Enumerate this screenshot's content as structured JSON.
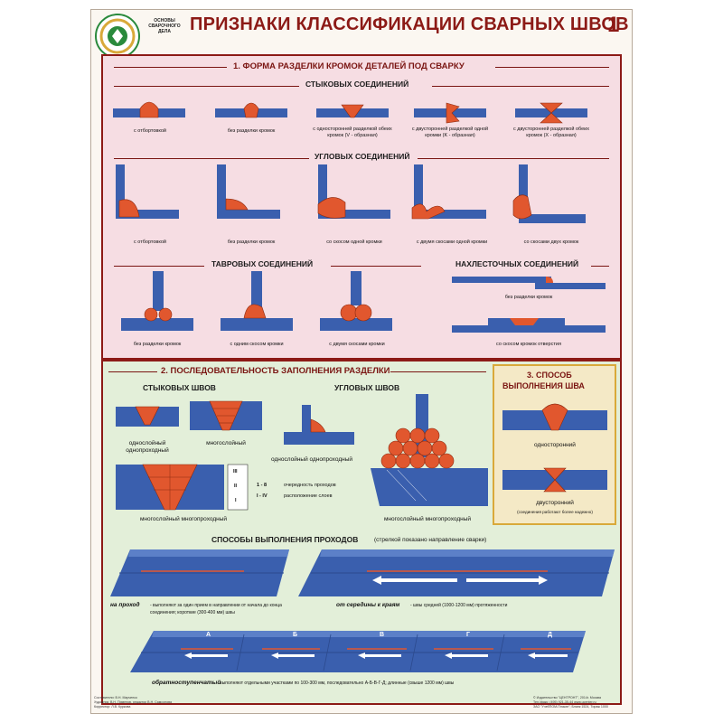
{
  "header": {
    "logo_text": "ОСНОВЫ СВАРОЧНОГО ДЕЛА",
    "title": "ПРИЗНАКИ КЛАССИФИКАЦИИ СВАРНЫХ ШВОВ",
    "number": "1"
  },
  "section1": {
    "title": "1. ФОРМА РАЗДЕЛКИ КРОМОК ДЕТАЛЕЙ ПОД СВАРКУ",
    "butt": {
      "title": "СТЫКОВЫХ СОЕДИНЕНИЙ",
      "items": [
        "с отбортовкой",
        "без разделки кромок",
        "с односторонней разделкой обеих кромок (V - образная)",
        "с двусторонней разделкой одной кромки (K - образная)",
        "с двусторонней разделкой обеих кромок (X - образная)"
      ]
    },
    "corner": {
      "title": "УГЛОВЫХ СОЕДИНЕНИЙ",
      "items": [
        "с отбортовкой",
        "без разделки кромок",
        "со скосом одной кромки",
        "с двумя скосами одной кромки",
        "со скосами двух кромок"
      ]
    },
    "tee": {
      "title": "ТАВРОВЫХ СОЕДИНЕНИЙ",
      "items": [
        "без разделки кромок",
        "с одним скосом кромки",
        "с двумя скосами кромки"
      ]
    },
    "lap": {
      "title": "НАХЛЕСТОЧНЫХ СОЕДИНЕНИЙ",
      "items": [
        "без разделки кромок",
        "со скосом кромок отверстия"
      ]
    }
  },
  "section2": {
    "title": "2. ПОСЛЕДОВАТЕЛЬНОСТЬ ЗАПОЛНЕНИЯ РАЗДЕЛКИ",
    "butt_title": "СТЫКОВЫХ ШВОВ",
    "corner_title": "УГЛОВЫХ ШВОВ",
    "labels": {
      "single": "однослойный однопроходный",
      "multi": "многослойный",
      "multi_multi": "многослойный многопроходный",
      "corner_single": "однослойный однопроходный",
      "corner_multi": "многослойный многопроходный"
    },
    "legend": [
      {
        "key": "1 - 8",
        "text": "очередность проходов"
      },
      {
        "key": "I - IV",
        "text": "расположение слоев"
      }
    ],
    "layers": [
      "III",
      "II",
      "I"
    ],
    "passes_title": "СПОСОБЫ ВЫПОЛНЕНИЯ ПРОХОДОВ",
    "passes_note": "(стрелкой показано направление сварки)",
    "method1": {
      "name": "на проход",
      "text": "- выполняют за один прием в направлении от начала до конца соединения; короткие (300-400 мм) швы"
    },
    "method2": {
      "name": "от середины к краям",
      "text": "- швы средней (1000-1200 мм) протяженности"
    },
    "method3": {
      "name": "обратноступенчатый",
      "text": "- выполняют отдельными участками по 100-300 мм, последовательно А-Б-В-Г-Д; длинные (свыше 1200 мм) швы"
    },
    "steps": [
      "А",
      "Б",
      "В",
      "Г",
      "Д"
    ]
  },
  "section3": {
    "title_line1": "3. СПОСОБ",
    "title_line2": "ВЫПОЛНЕНИЯ ШВА",
    "one_side": "односторонний",
    "two_side": "двусторонний",
    "two_side_note": "(соединения работают более надежно)"
  },
  "footer": {
    "left1": "Составители: В.Н. Марченко",
    "left2": "Художник: В.Н. Пименов, редактор В.Н. Самсонова",
    "left3": "Корректор: Л.В. Куркова",
    "right1": "© Издательство \"ЦЕНТРОНТ\", 2014г. Москва",
    "right2": "Тел./факс: (495) 921-35-44 www.ucenter.ru",
    "right3": "ЗАО \"УчебПОМ-Плакат\"; Бланк 1524, Тираж 1000"
  },
  "colors": {
    "metal": "#3a5fae",
    "weld": "#e1572e",
    "accent": "#8c1a16"
  }
}
